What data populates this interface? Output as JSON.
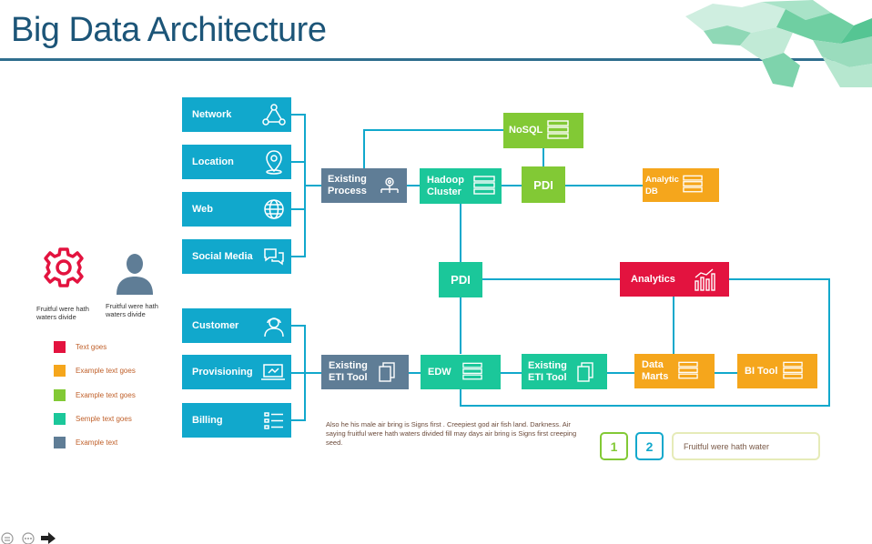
{
  "title": "Big Data Architecture",
  "sources_top": [
    "Network",
    "Location",
    "Web",
    "Social Media"
  ],
  "sources_bottom": [
    "Customer",
    "Provisioning",
    "Billing"
  ],
  "nodes": {
    "existing_process": "Existing Process",
    "hadoop_cluster": "Hadoop Cluster",
    "nosql": "NoSQL",
    "pdi_top": "PDI",
    "analytic_db": "Analytic DB",
    "pdi_mid": "PDI",
    "analytics": "Analytics",
    "existing_eti_tool": "Existing ETI Tool",
    "edw": "EDW",
    "existing_eti_tool_2": "Existing ETI Tool",
    "data_marts": "Data Marts",
    "bi_tool": "BI Tool"
  },
  "side_icons": {
    "gear_caption": "Fruitful were hath waters divide",
    "person_caption": "Fruitful were hath waters divide"
  },
  "legend": [
    {
      "label": "Text goes",
      "color": "#e3133f"
    },
    {
      "label": "Example text goes",
      "color": "#f5a61c"
    },
    {
      "label": "Example text goes",
      "color": "#82c935"
    },
    {
      "label": "Semple text goes",
      "color": "#1bc79a"
    },
    {
      "label": "Example text",
      "color": "#5f7d96"
    }
  ],
  "note": "Also he his male air bring is Signs first . Creepiest god air fish land. Darkness. Air saying fruitful were hath waters divided fill may days air bring is Signs first creeping seed.",
  "pagination": {
    "page1": "1",
    "page2": "2",
    "tagline": "Fruitful were hath water"
  },
  "colors": {
    "title": "#1c5578",
    "blue": "#11a8cc",
    "slate": "#5f7d96",
    "green": "#1bc79a",
    "lime": "#82c935",
    "orange": "#f5a61c",
    "red": "#e3133f",
    "connector": "#11a8cc"
  }
}
